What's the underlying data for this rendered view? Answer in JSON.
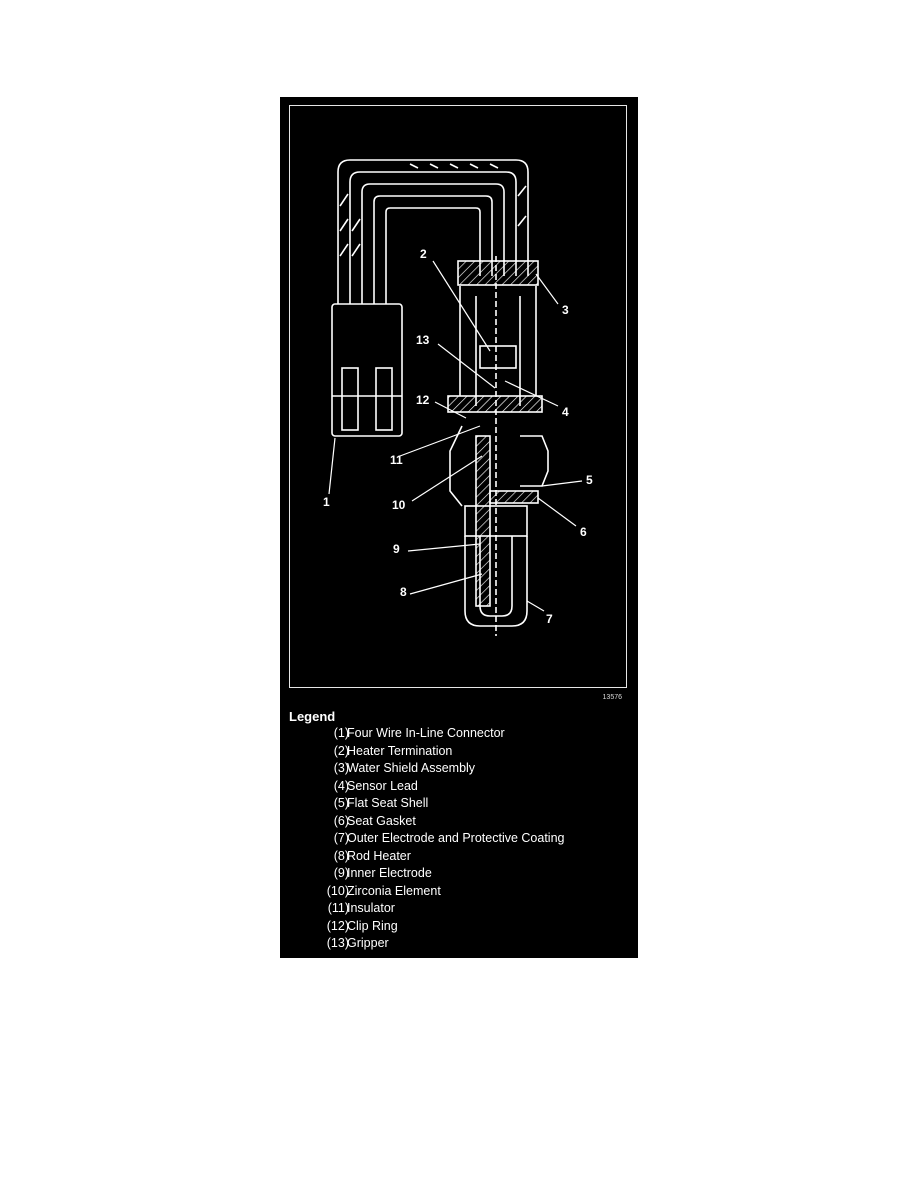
{
  "figure": {
    "id": "13576",
    "callouts": [
      "1",
      "2",
      "3",
      "4",
      "5",
      "6",
      "7",
      "8",
      "9",
      "10",
      "11",
      "12",
      "13"
    ]
  },
  "legend": {
    "title": "Legend",
    "items": [
      {
        "num": "(1)",
        "text": "Four Wire In-Line Connector"
      },
      {
        "num": "(2)",
        "text": "Heater Termination"
      },
      {
        "num": "(3)",
        "text": "Water Shield Assembly"
      },
      {
        "num": "(4)",
        "text": "Sensor Lead"
      },
      {
        "num": "(5)",
        "text": "Flat Seat Shell"
      },
      {
        "num": "(6)",
        "text": "Seat Gasket"
      },
      {
        "num": "(7)",
        "text": "Outer Electrode and Protective Coating"
      },
      {
        "num": "(8)",
        "text": "Rod Heater"
      },
      {
        "num": "(9)",
        "text": "Inner Electrode"
      },
      {
        "num": "(10)",
        "text": "Zirconia Element"
      },
      {
        "num": "(11)",
        "text": "Insulator"
      },
      {
        "num": "(12)",
        "text": "Clip Ring"
      },
      {
        "num": "(13)",
        "text": "Gripper"
      }
    ]
  }
}
